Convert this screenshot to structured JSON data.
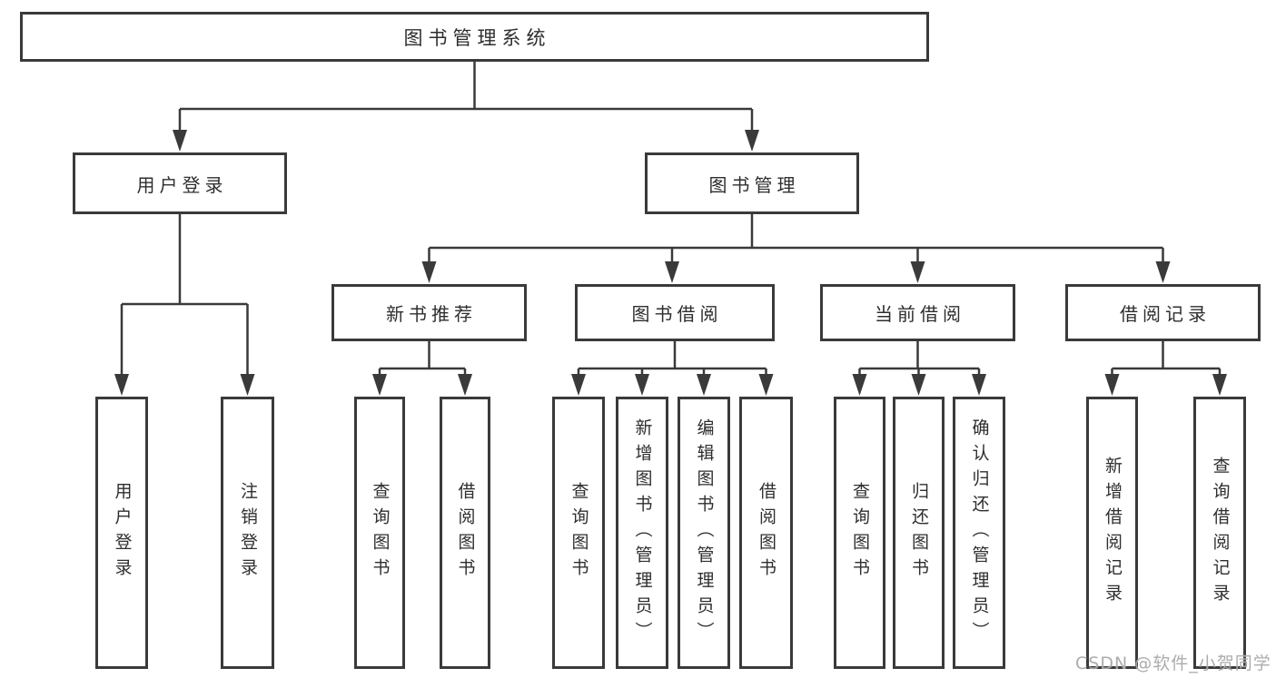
{
  "diagram_title": "图书管理系统",
  "tree": {
    "label": "图书管理系统",
    "children": [
      {
        "label": "用户登录",
        "children": [
          {
            "label": "用户登录"
          },
          {
            "label": "注销登录"
          }
        ]
      },
      {
        "label": "图书管理",
        "children": [
          {
            "label": "新书推荐",
            "children": [
              {
                "label": "查询图书"
              },
              {
                "label": "借阅图书"
              }
            ]
          },
          {
            "label": "图书借阅",
            "children": [
              {
                "label": "查询图书"
              },
              {
                "label": "新增图书（管理员）"
              },
              {
                "label": "编辑图书（管理员）"
              },
              {
                "label": "借阅图书"
              }
            ]
          },
          {
            "label": "当前借阅",
            "children": [
              {
                "label": "查询图书"
              },
              {
                "label": "归还图书"
              },
              {
                "label": "确认归还（管理员）"
              }
            ]
          },
          {
            "label": "借阅记录",
            "children": [
              {
                "label": "新增借阅记录"
              },
              {
                "label": "查询借阅记录"
              }
            ]
          }
        ]
      }
    ]
  },
  "watermark": {
    "text": "CSDN @软件_小贺同学"
  },
  "colors": {
    "line": "#3a3a3a",
    "box_border": "#3a3a3a",
    "box_fill": "#ffffff",
    "text": "#2e2e2e",
    "watermark": "#9e9e9e",
    "background": "#ffffff"
  }
}
